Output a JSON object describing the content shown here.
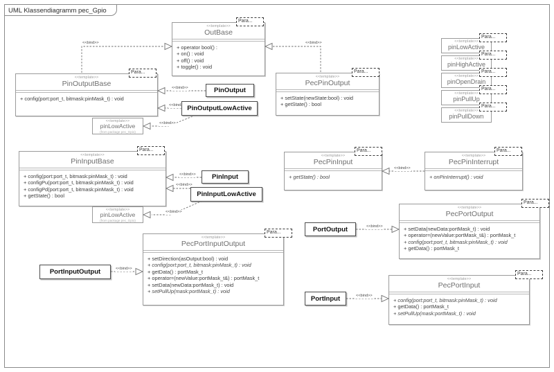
{
  "diagram": {
    "title": "UML Klassendiagramm pec_Gpio",
    "stereotype_template": "<<template>>",
    "param_label": "Para...",
    "bind_label": "<<bind>>",
    "from_package": "(from package pec_Gpio)",
    "colors": {
      "frame_border": "#8a8a8a",
      "class_border": "#9a9a9a",
      "class_title": "#6e6e6e",
      "bound_border": "#4a4a4a",
      "connector": "#6d6d6d",
      "background": "#ffffff"
    }
  },
  "classes": {
    "out_base": {
      "name": "OutBase",
      "operations": [
        "+ operator bool() :",
        "+ on() : void",
        "+ off() : void",
        "+ toggle() : void"
      ]
    },
    "pin_output_base": {
      "name": "PinOutputBase",
      "operations": [
        "+ config(port:port_t, bitmask:pinMask_t) : void"
      ]
    },
    "pec_pin_output": {
      "name": "PecPinOutput",
      "operations": [
        "+ setState(newState:bool) : void",
        "+ getState() : bool"
      ]
    },
    "pin_low_active_out": {
      "name": "pinLowActive",
      "sub": "(from package pec_Gpio)"
    },
    "pin_input_base": {
      "name": "PinInputBase",
      "operations": [
        "+ config(port:port_t, bitmask:pinMask_t) : void",
        "+ configPu(port:port_t, bitmask:pinMask_t) : void",
        "+ configPd(port:port_t, bitmask:pinMask_t) : void",
        "+ getState() : bool"
      ]
    },
    "pin_low_active_in": {
      "name": "pinLowActive",
      "sub": "(from package pec_Gpio)"
    },
    "pec_pin_input": {
      "name": "PecPinInput",
      "operations": [
        "+ getState() : bool"
      ]
    },
    "pec_pin_interrupt": {
      "name": "PecPinInterrupt",
      "operations": [
        "+ onPinInterrupt() : void"
      ]
    },
    "pec_port_output": {
      "name": "PecPortOutput",
      "operations": [
        "+ setData(newData:portMask_t) : void",
        "+ operator=(newValue:portMask_t&) : portMask_t",
        "+ config(port:port_t, bitmask:pinMask_t) : void",
        "+ getData() : portMask_t"
      ]
    },
    "pec_port_input_output": {
      "name": "PecPortInputOutput",
      "operations": [
        "+ setDirection(asOutput:bool) : void",
        "+ config(port:port_t, bitmask:pinMask_t) : void",
        "+ getData() : portMask_t",
        "+ operator=(newValue:portMask_t&) : portMask_t",
        "+ setData(newData:portMask_t) : void",
        "+ setPullUp(mask:portMask_t) : void"
      ]
    },
    "pec_port_input": {
      "name": "PecPortInput",
      "operations": [
        "+ config(port:port_t, bitmask:pinMask_t) : void",
        "+ getData() : portMask_t",
        "+ setPullUp(mask:portMask_t) : void"
      ]
    }
  },
  "policies": [
    {
      "name": "pinLowActive"
    },
    {
      "name": "pinHighActive"
    },
    {
      "name": "pinOpenDrain"
    },
    {
      "name": "pinPullUp"
    },
    {
      "name": "pinPullDown"
    }
  ],
  "bound_classes": [
    {
      "key": "pin_output",
      "label": "PinOutput"
    },
    {
      "key": "pin_output_low_active",
      "label": "PinOutputLowActive"
    },
    {
      "key": "pin_input",
      "label": "PinInput"
    },
    {
      "key": "pin_input_low_active",
      "label": "PinInputLowActive"
    },
    {
      "key": "port_output",
      "label": "PortOutput"
    },
    {
      "key": "port_input_output",
      "label": "PortInputOutput"
    },
    {
      "key": "port_input",
      "label": "PortInput"
    }
  ],
  "connector_labels": {
    "bind": "<<bind>>"
  }
}
